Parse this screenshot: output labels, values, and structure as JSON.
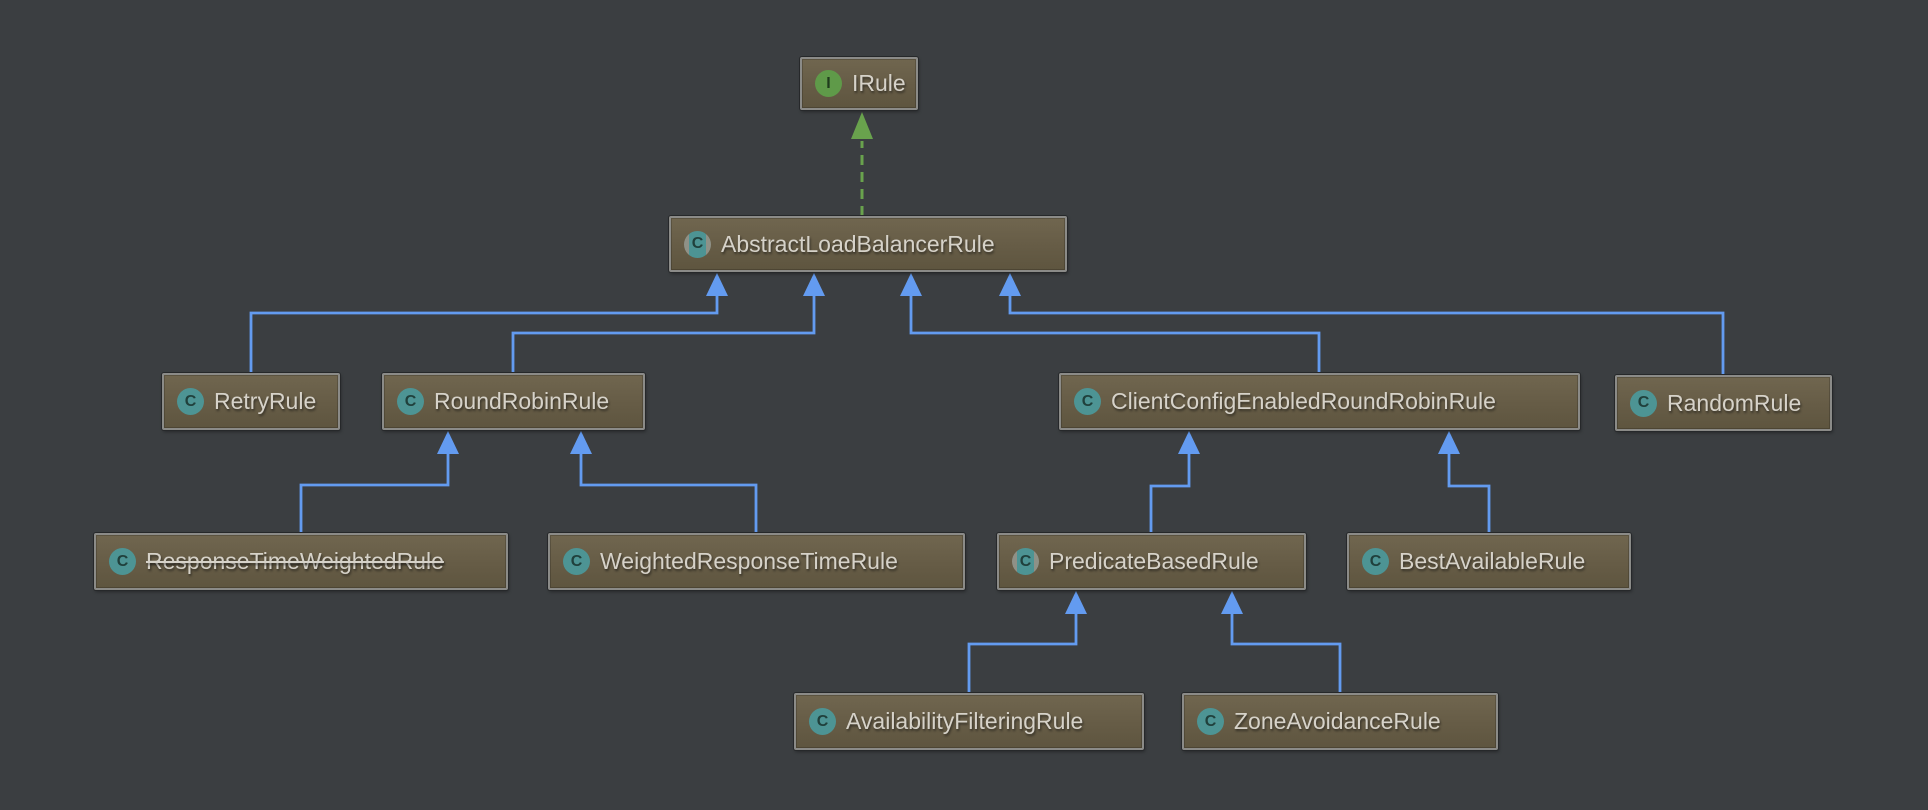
{
  "diagram": {
    "kind": "uml-class-hierarchy",
    "nodes": {
      "irule": {
        "label": "IRule",
        "type": "interface",
        "icon_letter": "I",
        "deprecated": false
      },
      "abstractloadbalancerrule": {
        "label": "AbstractLoadBalancerRule",
        "type": "abstract-class",
        "icon_letter": "C",
        "deprecated": false
      },
      "retryrule": {
        "label": "RetryRule",
        "type": "class",
        "icon_letter": "C",
        "deprecated": false
      },
      "roundrobinrule": {
        "label": "RoundRobinRule",
        "type": "class",
        "icon_letter": "C",
        "deprecated": false
      },
      "clientconfigenabledroundrobinrule": {
        "label": "ClientConfigEnabledRoundRobinRule",
        "type": "class",
        "icon_letter": "C",
        "deprecated": false
      },
      "randomrule": {
        "label": "RandomRule",
        "type": "class",
        "icon_letter": "C",
        "deprecated": false
      },
      "responsetimeweightedrule": {
        "label": "ResponseTimeWeightedRule",
        "type": "class",
        "icon_letter": "C",
        "deprecated": true
      },
      "weightedresponsetimerule": {
        "label": "WeightedResponseTimeRule",
        "type": "class",
        "icon_letter": "C",
        "deprecated": false
      },
      "predicatebasedrule": {
        "label": "PredicateBasedRule",
        "type": "abstract-class",
        "icon_letter": "C",
        "deprecated": false
      },
      "bestavailablerule": {
        "label": "BestAvailableRule",
        "type": "class",
        "icon_letter": "C",
        "deprecated": false
      },
      "availabilityfilteringrule": {
        "label": "AvailabilityFilteringRule",
        "type": "class",
        "icon_letter": "C",
        "deprecated": false
      },
      "zoneavoidancerule": {
        "label": "ZoneAvoidanceRule",
        "type": "class",
        "icon_letter": "C",
        "deprecated": false
      }
    },
    "edges": [
      {
        "from": "AbstractLoadBalancerRule",
        "to": "IRule",
        "type": "implements"
      },
      {
        "from": "RetryRule",
        "to": "AbstractLoadBalancerRule",
        "type": "extends"
      },
      {
        "from": "RoundRobinRule",
        "to": "AbstractLoadBalancerRule",
        "type": "extends"
      },
      {
        "from": "ClientConfigEnabledRoundRobinRule",
        "to": "AbstractLoadBalancerRule",
        "type": "extends"
      },
      {
        "from": "RandomRule",
        "to": "AbstractLoadBalancerRule",
        "type": "extends"
      },
      {
        "from": "ResponseTimeWeightedRule",
        "to": "RoundRobinRule",
        "type": "extends"
      },
      {
        "from": "WeightedResponseTimeRule",
        "to": "RoundRobinRule",
        "type": "extends"
      },
      {
        "from": "PredicateBasedRule",
        "to": "ClientConfigEnabledRoundRobinRule",
        "type": "extends"
      },
      {
        "from": "BestAvailableRule",
        "to": "ClientConfigEnabledRoundRobinRule",
        "type": "extends"
      },
      {
        "from": "AvailabilityFilteringRule",
        "to": "PredicateBasedRule",
        "type": "extends"
      },
      {
        "from": "ZoneAvoidanceRule",
        "to": "PredicateBasedRule",
        "type": "extends"
      }
    ],
    "colors": {
      "canvas_background": "#3b3e41",
      "node_background": "#6a604a",
      "node_border": "#8b8b88",
      "node_label": "#d6d2c9",
      "extends_edge": "#639bf0",
      "implements_edge": "#69a24d",
      "class_icon": "#4d9494",
      "interface_icon": "#5f9a49",
      "abstract_icon_sides": "#8f9187"
    }
  }
}
